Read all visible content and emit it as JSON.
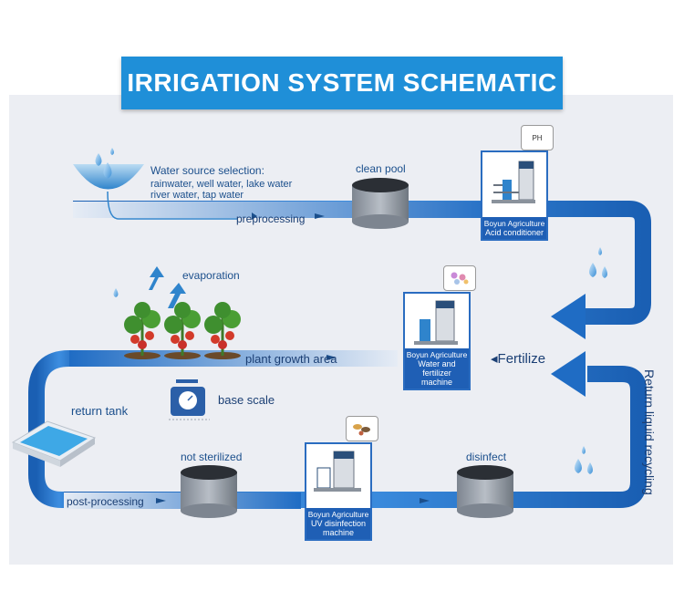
{
  "title": "IRRIGATION SYSTEM SCHEMATIC",
  "water_source": {
    "heading": "Water source selection:",
    "line1": "rainwater, well water, lake water",
    "line2": "river water, tap water"
  },
  "labels": {
    "clean_pool": "clean pool",
    "preprocessing": "preprocessing",
    "evaporation": "evaporation",
    "plant_growth": "plant growth area",
    "fertilize": "Fertilize",
    "return_tank": "return tank",
    "base_scale": "base scale",
    "not_sterilized": "not sterilized",
    "disinfect": "disinfect",
    "post_processing": "post-processing",
    "return_recycling": "Return liquid recycling"
  },
  "machines": {
    "acid": {
      "brand": "Boyun Agriculture",
      "name": "Acid conditioner",
      "bubble": "PH"
    },
    "fert": {
      "brand": "Boyun Agriculture",
      "name": "Water and fertilizer machine"
    },
    "uv": {
      "brand": "Boyun Agriculture",
      "name": "UV disinfection machine"
    }
  },
  "colors": {
    "title_bg": "#1f8fd8",
    "pipe": "#1f6cc4",
    "text": "#1b4f8c"
  }
}
